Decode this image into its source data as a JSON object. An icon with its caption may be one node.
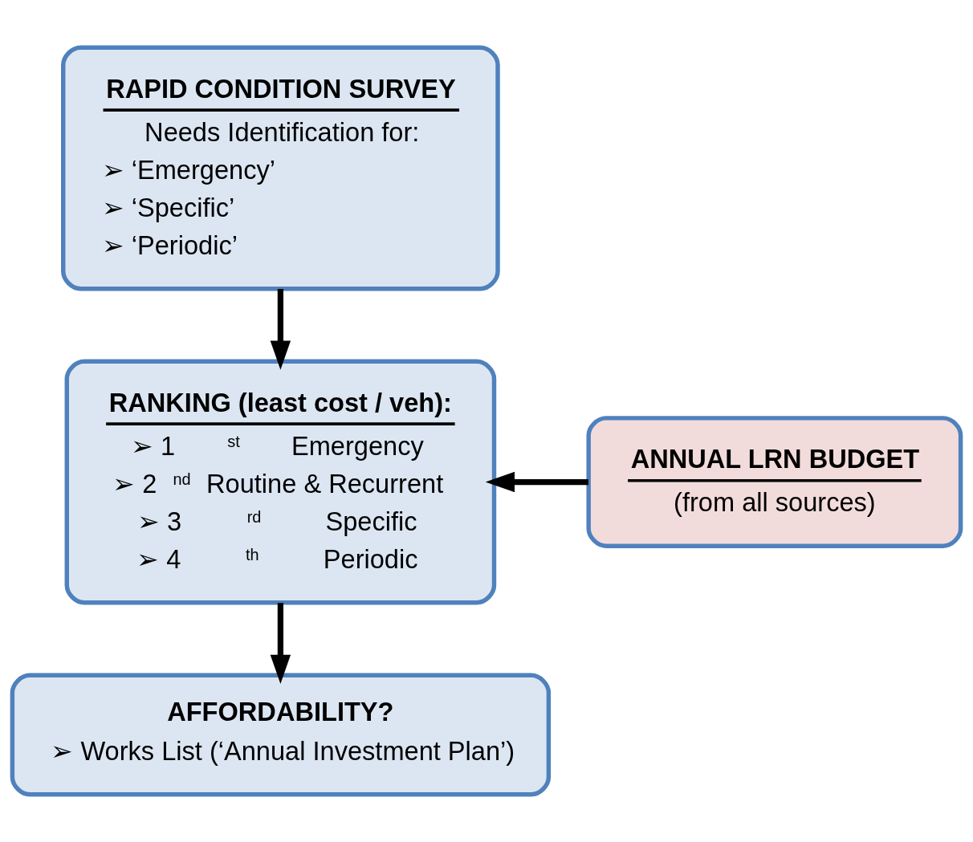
{
  "diagram": {
    "nodes": [
      {
        "text": [
          "RAPID CONDITION SURVEY",
          "Needs Identification for:",
          "➢ ‘Emergency’",
          "➢ ‘Specific’",
          "➢ ‘Periodic’"
        ]
      },
      {
        "text": [
          "RANKING (least cost / veh):",
          "➢ 1$^{st}$ Emergency",
          "➢ 2$^{nd}$ Routine & Recurrent",
          "➢ 3$^{rd}$ Specific",
          "➢ 4$^{th}$ Periodic"
        ]
      },
      {
        "text": [
          "ANNUAL LRN BUDGET",
          "(from all sources)"
        ]
      },
      {
        "text": [
          "AFFORDABILITY?",
          "➢ Works List (‘Annual Investment Plan’)"
        ]
      }
    ],
    "edges": [
      {
        "from": 0,
        "to": 1,
        "arrow": "to"
      },
      {
        "from": 2,
        "to": 1,
        "arrow": "to"
      },
      {
        "from": 1,
        "to": 3,
        "arrow": "to"
      }
    ]
  }
}
